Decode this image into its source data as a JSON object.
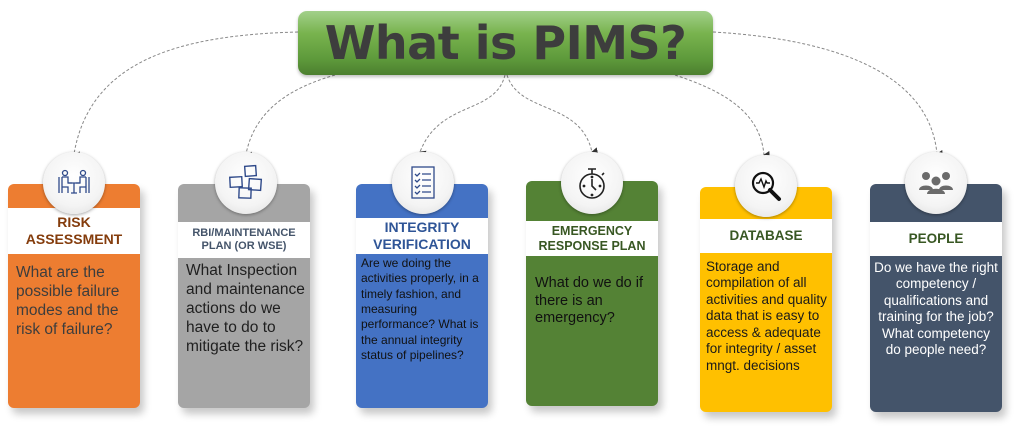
{
  "title": "What is PIMS?",
  "colors": {
    "title_green": "#6aa84f",
    "title_text": "#3d3d3d",
    "connector": "#888888",
    "arrowhead": "#333333"
  },
  "cards": [
    {
      "id": "risk-assessment",
      "heading": "RISK ASSESSMENT",
      "heading_lines": [
        "RISK",
        "ASSESSMENT"
      ],
      "body": "What are the possible failure modes and the risk of failure?",
      "icon": "meeting-people-icon",
      "color": "#ed7d31",
      "heading_color": "#843c0c",
      "body_color": "#3d3d3d"
    },
    {
      "id": "rbi-maintenance-plan",
      "heading": "RBI/MAINTENANCE PLAN (OR WSE)",
      "heading_lines": [
        "RBI/MAINTENANCE",
        "PLAN (OR WSE)"
      ],
      "body": "What Inspection and maintenance actions do we have to do to mitigate the risk?",
      "icon": "flowchart-boxes-icon",
      "color": "#a5a5a5",
      "heading_color": "#44546a",
      "body_color": "#1f1f1f"
    },
    {
      "id": "integrity-verification",
      "heading": "INTEGRITY VERIFICATION",
      "heading_lines": [
        "INTEGRITY",
        "VERIFICATION"
      ],
      "body": "Are we doing the activities properly, in a timely fashion, and measuring performance? What is the annual integrity status of pipelines?",
      "icon": "checklist-icon",
      "color": "#4472c4",
      "heading_color": "#2f5597",
      "body_color": "#111111"
    },
    {
      "id": "emergency-response-plan",
      "heading": "EMERGENCY RESPONSE PLAN",
      "heading_lines": [
        "EMERGENCY",
        "RESPONSE PLAN"
      ],
      "body": "What do we do if there is an emergency?",
      "icon": "stopwatch-icon",
      "color": "#548235",
      "heading_color": "#385723",
      "body_color": "#111111"
    },
    {
      "id": "database",
      "heading": "DATABASE",
      "heading_lines": [
        "DATABASE"
      ],
      "body": "Storage and compilation of all activities and quality data that is easy to access & adequate for integrity / asset mngt. decisions",
      "icon": "magnifier-pulse-icon",
      "color": "#ffc000",
      "heading_color": "#385723",
      "body_color": "#1a1a1a"
    },
    {
      "id": "people",
      "heading": "PEOPLE",
      "heading_lines": [
        "PEOPLE"
      ],
      "body": "Do we have the right competency / qualifications and training for the job? What competency do people need?",
      "icon": "people-group-icon",
      "color": "#44546a",
      "heading_color": "#385723",
      "body_color": "#ffffff"
    }
  ]
}
